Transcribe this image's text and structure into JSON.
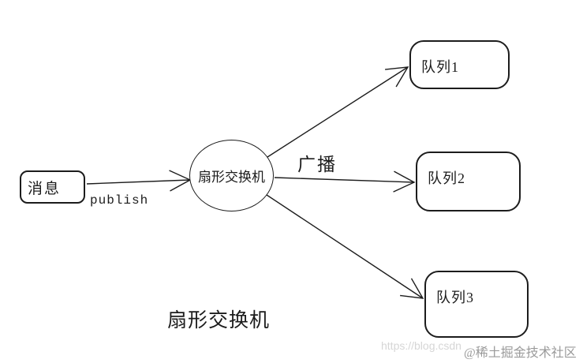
{
  "diagram": {
    "message": {
      "label": "消息"
    },
    "publish": {
      "label": "publish"
    },
    "exchange": {
      "label": "扇形交换机"
    },
    "broadcast": {
      "label": "广播"
    },
    "queues": [
      {
        "label": "队列1"
      },
      {
        "label": "队列2"
      },
      {
        "label": "队列3"
      }
    ],
    "caption": "扇形交换机",
    "watermark": {
      "url": "https://blog.csdn",
      "community": "@稀土掘金技术社区"
    }
  },
  "colors": {
    "background": "#ffffff",
    "line": "#1c1c1c",
    "watermark_url": "#d6d6d6",
    "watermark_community": "#9a9a9a"
  }
}
